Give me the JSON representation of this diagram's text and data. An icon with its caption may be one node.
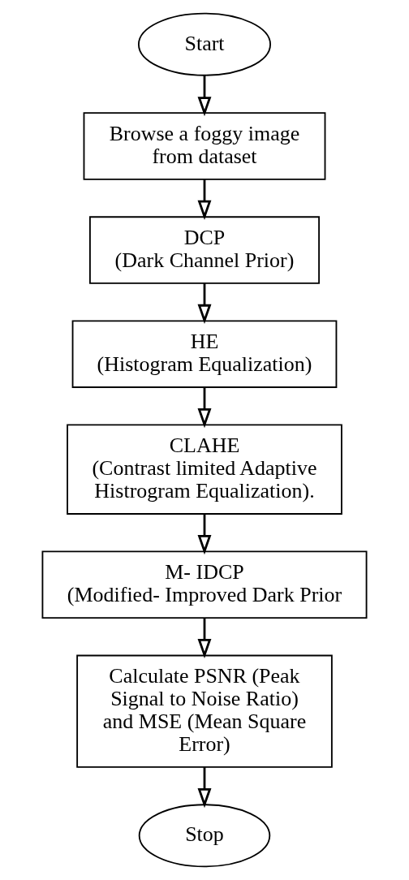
{
  "diagram": {
    "nodes": [
      {
        "text": [
          "Start"
        ]
      },
      {
        "text": [
          "Browse a foggy image from dataset"
        ]
      },
      {
        "text": [
          "DCP",
          "(Dark Channel Prior)"
        ]
      },
      {
        "text": [
          "HE",
          "(Histogram Equalization)"
        ]
      },
      {
        "text": [
          "CLAHE",
          "(Contrast limited Adaptive Histrogram Equalization)."
        ]
      },
      {
        "text": [
          "M- IDCP",
          "(Modified- Improved Dark Prior"
        ]
      },
      {
        "text": [
          "Calculate PSNR (Peak Signal to Noise Ratio) and MSE (Mean Square Error)"
        ]
      },
      {
        "text": [
          "Stop"
        ]
      }
    ],
    "edges": [
      {
        "from": 0,
        "to": 1,
        "arrow": "to"
      },
      {
        "from": 1,
        "to": 2,
        "arrow": "to"
      },
      {
        "from": 2,
        "to": 3,
        "arrow": "to"
      },
      {
        "from": 3,
        "to": 4,
        "arrow": "to"
      },
      {
        "from": 4,
        "to": 5,
        "arrow": "to"
      },
      {
        "from": 5,
        "to": 6,
        "arrow": "to"
      },
      {
        "from": 6,
        "to": 7,
        "arrow": "to"
      }
    ]
  }
}
